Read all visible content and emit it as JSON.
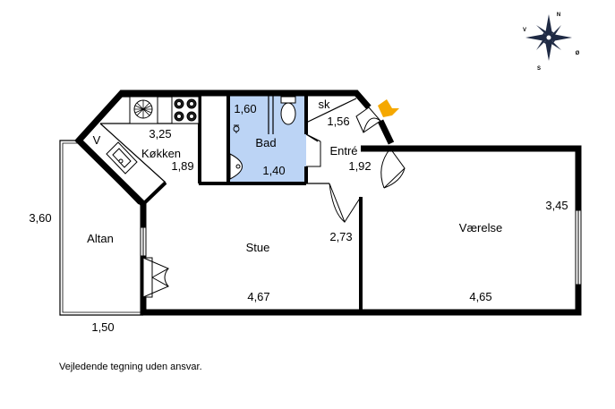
{
  "colors": {
    "wall": "#000000",
    "bathroom_fill": "#bcd4f5",
    "entrance_arrow": "#f5a800",
    "compass_dark": "#1f2a44",
    "compass_light": "#ffffff"
  },
  "rooms": {
    "kitchen": "Køkken",
    "bathroom": "Bad",
    "entrance": "Entré",
    "living_room": "Stue",
    "bedroom": "Værelse",
    "balcony": "Altan",
    "closet": "sk",
    "ventilation": "V"
  },
  "dimensions": {
    "kitchen_width": "3,25",
    "kitchen_depth": "1,89",
    "bath_width": "1,60",
    "bath_depth": "1,40",
    "closet_width": "1,56",
    "entrance_depth": "1,92",
    "living_height": "2,73",
    "living_width": "4,67",
    "bedroom_height": "3,45",
    "bedroom_width": "4,65",
    "balcony_height": "3,60",
    "balcony_width": "1,50"
  },
  "compass": {
    "north": "N",
    "west": "V",
    "south": "S",
    "east": "Ø"
  },
  "disclaimer": "Vejledende tegning uden ansvar."
}
